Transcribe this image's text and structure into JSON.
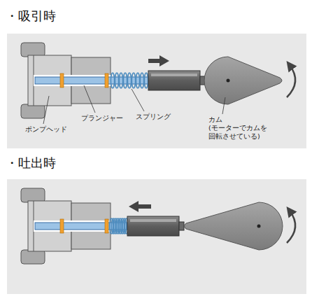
{
  "diagram": {
    "labels": [
      "・吸引時",
      "ポンプヘッド",
      "プランジャー",
      "スプリング",
      "カム(モーターでカムを 回転させている)",
      "・吐出時"
    ]
  }
}
